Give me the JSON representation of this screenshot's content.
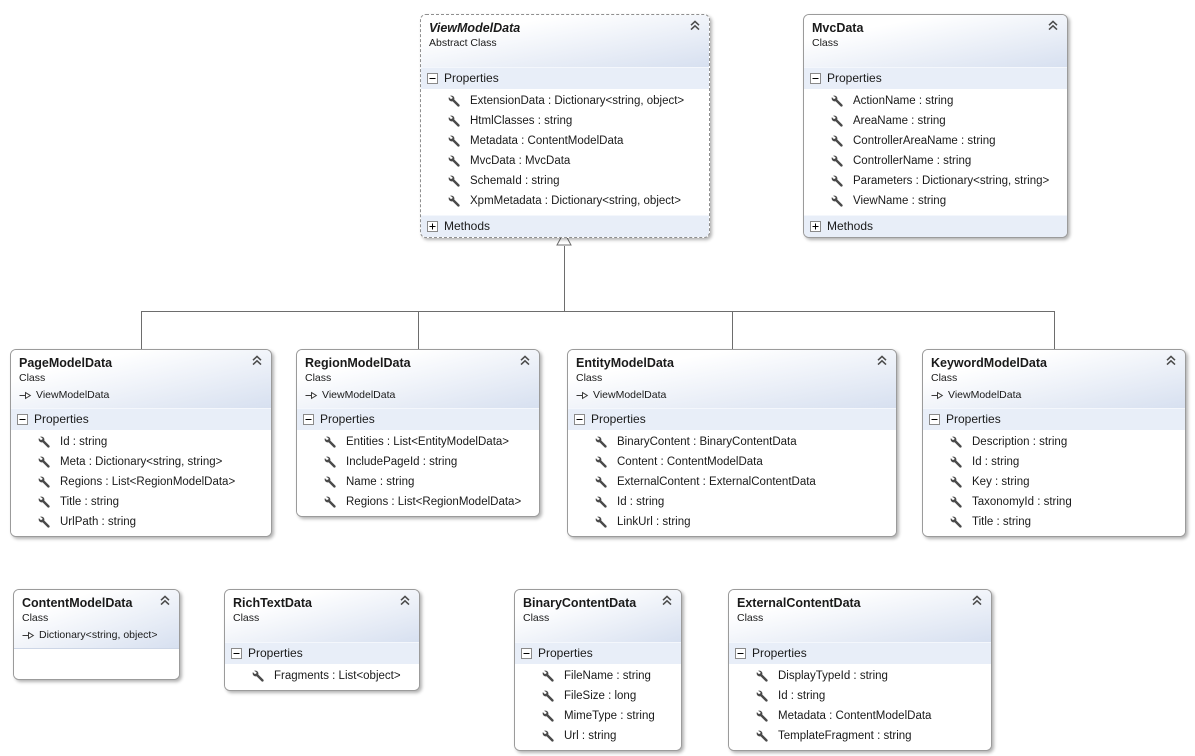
{
  "diagram": {
    "labels": {
      "properties": "Properties",
      "methods": "Methods"
    },
    "colors": {
      "header_gradient_start": "#ffffff",
      "header_gradient_end": "#d7e0f0",
      "section_band": "#e8eef8",
      "box_border": "#9b9b9b",
      "connector": "#6d6d6d",
      "text": "#1a1a1a"
    },
    "icons": {
      "collapse": "chevron-double-up-icon",
      "properties_expander": "minus-box-icon",
      "methods_expander": "plus-box-icon",
      "property_row": "wrench-icon",
      "inherits": "open-arrow-right-icon"
    },
    "classes": [
      {
        "id": "ViewModelData",
        "title": "ViewModelData",
        "stereotype": "Abstract Class",
        "abstract": true,
        "parent": null,
        "tall_header": true,
        "has_properties_section": true,
        "properties": [
          "ExtensionData : Dictionary<string, object>",
          "HtmlClasses : string",
          "Metadata : ContentModelData",
          "MvcData : MvcData",
          "SchemaId : string",
          "XpmMetadata : Dictionary<string, object>"
        ],
        "has_methods_section": true,
        "empty_body": false
      },
      {
        "id": "MvcData",
        "title": "MvcData",
        "stereotype": "Class",
        "abstract": false,
        "parent": null,
        "tall_header": true,
        "has_properties_section": true,
        "properties": [
          "ActionName : string",
          "AreaName : string",
          "ControllerAreaName : string",
          "ControllerName : string",
          "Parameters : Dictionary<string, string>",
          "ViewName : string"
        ],
        "has_methods_section": true,
        "empty_body": false
      },
      {
        "id": "PageModelData",
        "title": "PageModelData",
        "stereotype": "Class",
        "abstract": false,
        "parent": "ViewModelData",
        "tall_header": false,
        "has_properties_section": true,
        "properties": [
          "Id : string",
          "Meta : Dictionary<string, string>",
          "Regions : List<RegionModelData>",
          "Title : string",
          "UrlPath : string"
        ],
        "has_methods_section": false,
        "empty_body": false
      },
      {
        "id": "RegionModelData",
        "title": "RegionModelData",
        "stereotype": "Class",
        "abstract": false,
        "parent": "ViewModelData",
        "tall_header": false,
        "has_properties_section": true,
        "properties": [
          "Entities : List<EntityModelData>",
          "IncludePageId : string",
          "Name : string",
          "Regions : List<RegionModelData>"
        ],
        "has_methods_section": false,
        "empty_body": false
      },
      {
        "id": "EntityModelData",
        "title": "EntityModelData",
        "stereotype": "Class",
        "abstract": false,
        "parent": "ViewModelData",
        "tall_header": false,
        "has_properties_section": true,
        "properties": [
          "BinaryContent : BinaryContentData",
          "Content : ContentModelData",
          "ExternalContent : ExternalContentData",
          "Id : string",
          "LinkUrl : string"
        ],
        "has_methods_section": false,
        "empty_body": false
      },
      {
        "id": "KeywordModelData",
        "title": "KeywordModelData",
        "stereotype": "Class",
        "abstract": false,
        "parent": "ViewModelData",
        "tall_header": false,
        "has_properties_section": true,
        "properties": [
          "Description : string",
          "Id : string",
          "Key : string",
          "TaxonomyId : string",
          "Title : string"
        ],
        "has_methods_section": false,
        "empty_body": false
      },
      {
        "id": "ContentModelData",
        "title": "ContentModelData",
        "stereotype": "Class",
        "abstract": false,
        "parent": "Dictionary<string, object>",
        "tall_header": false,
        "has_properties_section": false,
        "properties": [],
        "has_methods_section": false,
        "empty_body": true
      },
      {
        "id": "RichTextData",
        "title": "RichTextData",
        "stereotype": "Class",
        "abstract": false,
        "parent": null,
        "tall_header": true,
        "has_properties_section": true,
        "properties": [
          "Fragments : List<object>"
        ],
        "has_methods_section": false,
        "empty_body": false
      },
      {
        "id": "BinaryContentData",
        "title": "BinaryContentData",
        "stereotype": "Class",
        "abstract": false,
        "parent": null,
        "tall_header": true,
        "has_properties_section": true,
        "properties": [
          "FileName : string",
          "FileSize : long",
          "MimeType : string",
          "Url : string"
        ],
        "has_methods_section": false,
        "empty_body": false
      },
      {
        "id": "ExternalContentData",
        "title": "ExternalContentData",
        "stereotype": "Class",
        "abstract": false,
        "parent": null,
        "tall_header": true,
        "has_properties_section": true,
        "properties": [
          "DisplayTypeId : string",
          "Id : string",
          "Metadata : ContentModelData",
          "TemplateFragment : string"
        ],
        "has_methods_section": false,
        "empty_body": false
      }
    ]
  }
}
